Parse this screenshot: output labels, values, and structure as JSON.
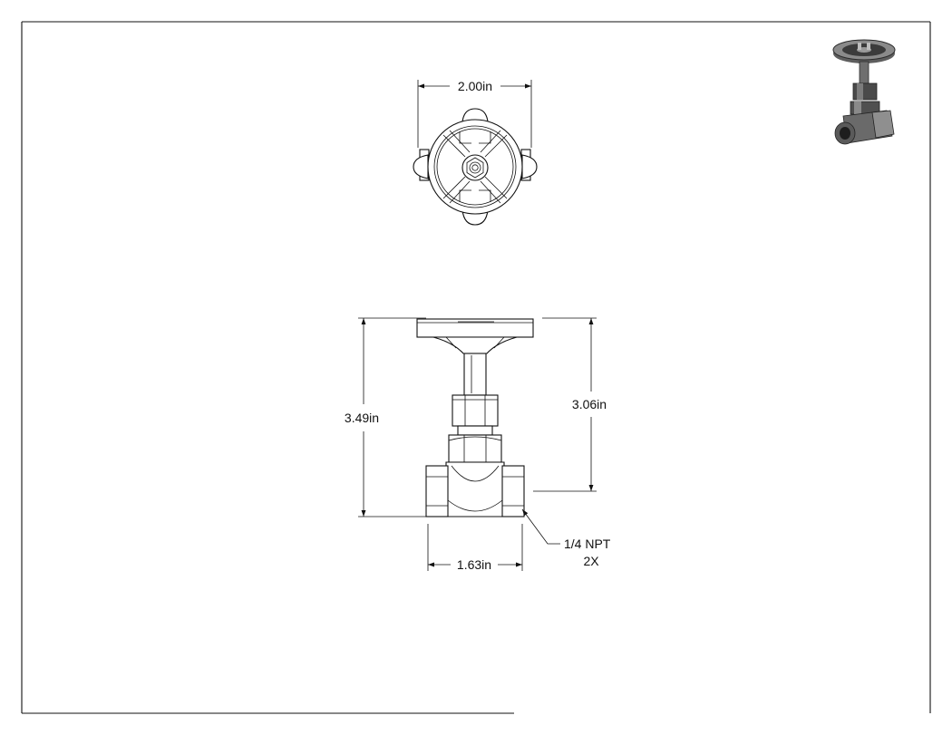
{
  "dimensions": {
    "top_width": "2.00in",
    "overall_height": "3.49in",
    "center_height": "3.06in",
    "body_length": "1.63in",
    "thread_callout": "1/4 NPT",
    "thread_qty": "2X"
  },
  "colors": {
    "line": "#111111",
    "background": "#ffffff",
    "iso_dark": "#3a3a3a",
    "iso_mid": "#6b6b6b",
    "iso_light": "#a0a0a0"
  },
  "icons": {
    "isometric_view": "globe-valve-isometric-icon"
  }
}
